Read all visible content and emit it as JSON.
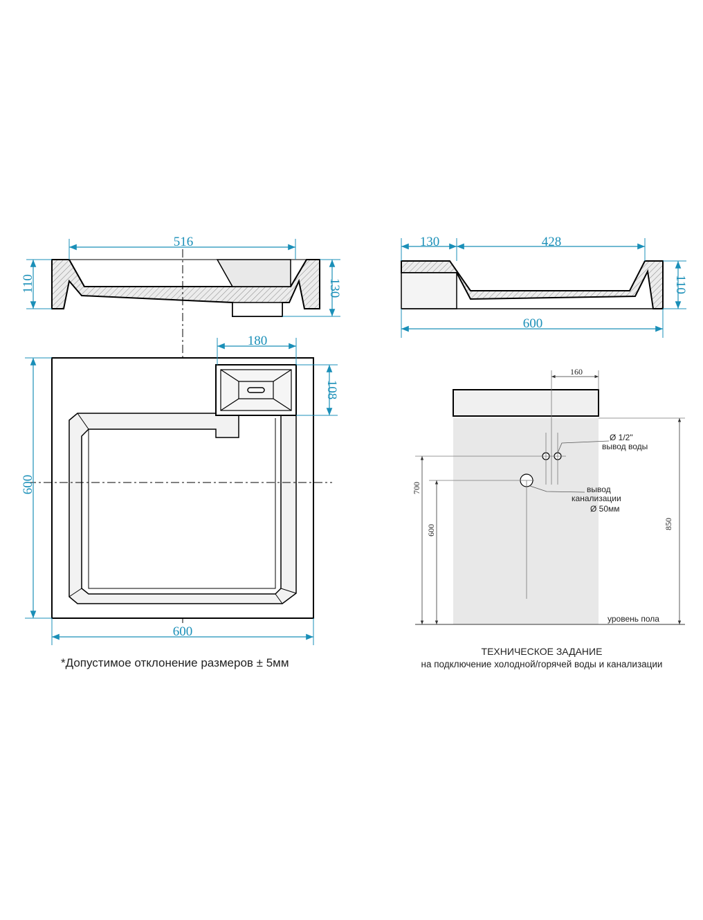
{
  "colors": {
    "dimension": "#1a8fb8",
    "outline": "#000000",
    "hatch": "#7a7a7a",
    "wall_fill": "#e6e6e6",
    "thin_line": "#777777"
  },
  "front_view": {
    "width_top": "516",
    "height_left": "110",
    "height_right": "130"
  },
  "side_view": {
    "ledge_width": "130",
    "bowl_width": "428",
    "total_width": "600",
    "height_right": "110"
  },
  "top_view": {
    "soap_tray_width": "180",
    "soap_tray_depth": "108",
    "depth_left": "600",
    "width_bottom": "600"
  },
  "install_scheme": {
    "offset_top": "160",
    "water_outlet_diameter": "Ø 1/2\"",
    "water_outlet_label": "вывод воды",
    "drain_label_line1": "вывод",
    "drain_label_line2": "канализации",
    "drain_diameter": "Ø 50мм",
    "height_water": "700",
    "height_drain": "600",
    "height_top": "850",
    "floor_label": "уровень пола"
  },
  "notes": {
    "tolerance": "*Допустимое отклонение размеров ± 5мм",
    "spec_title": "ТЕХНИЧЕСКОЕ ЗАДАНИЕ",
    "spec_subtitle": "на подключение холодной/горячей воды и канализации"
  }
}
